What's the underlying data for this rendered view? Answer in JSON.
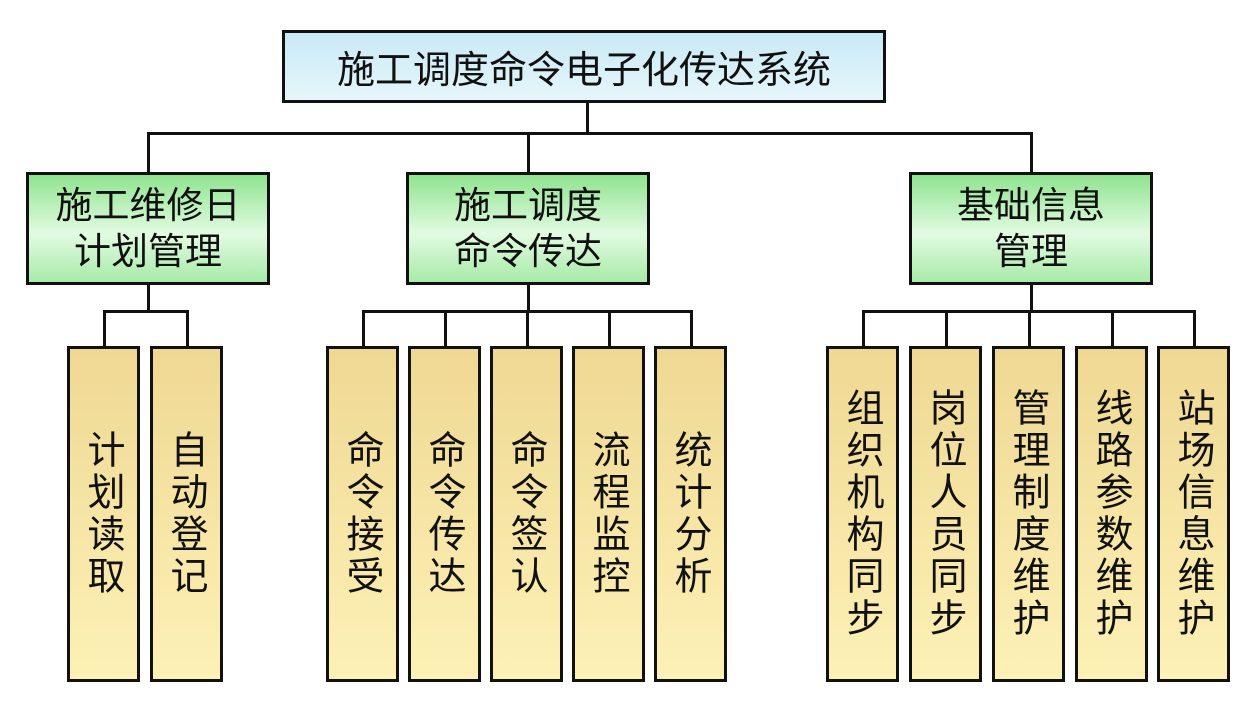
{
  "title": "施工调度命令电子化传达系统",
  "groups": [
    {
      "label_lines": [
        "施工维修日",
        "计划管理"
      ],
      "children": [
        "计划读取",
        "自动登记"
      ]
    },
    {
      "label_lines": [
        "施工调度",
        "命令传达"
      ],
      "children": [
        "命令接受",
        "命令传达",
        "命令签认",
        "流程监控",
        "统计分析"
      ]
    },
    {
      "label_lines": [
        "基础信息",
        "管理"
      ],
      "children": [
        "组织机构同步",
        "岗位人员同步",
        "管理制度维护",
        "线路参数维护",
        "站场信息维护"
      ]
    }
  ],
  "colors": {
    "root": "#d6eff8",
    "group": "#b6efb6",
    "leaf": "#f6e4a4",
    "line": "#111111"
  }
}
